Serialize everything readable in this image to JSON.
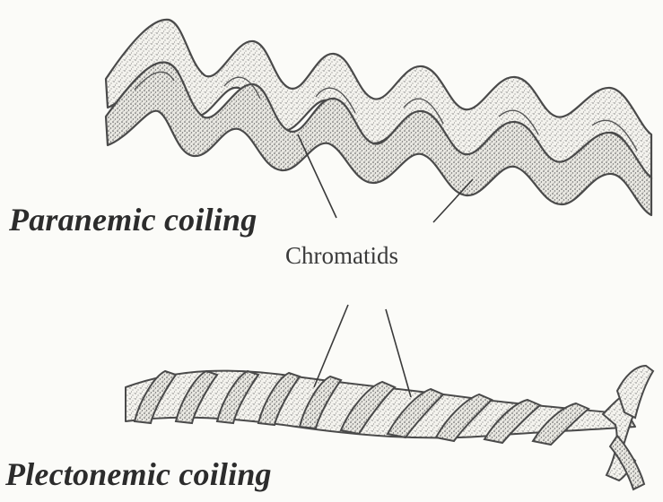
{
  "diagram": {
    "labels": {
      "paranemic": "Paranemic coiling",
      "chromatids": "Chromatids",
      "plectonemic": "Plectonemic coiling"
    },
    "colors": {
      "background": "#fbfbf8",
      "outline": "#4a4a4a",
      "fill": "#f2f1ec",
      "stipple": "#6d6d6d",
      "text": "#2c2c2c"
    }
  }
}
